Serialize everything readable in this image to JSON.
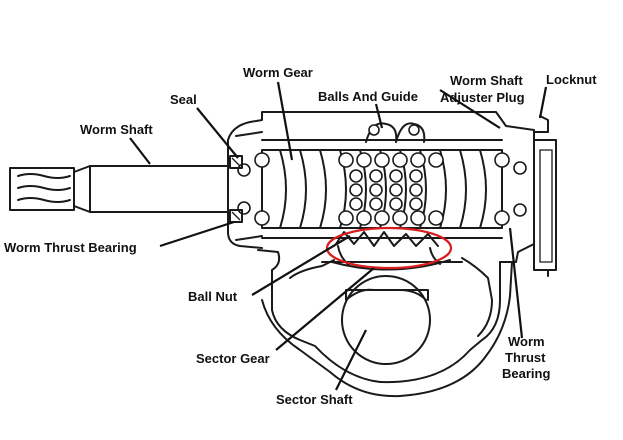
{
  "labels": {
    "worm_gear": "Worm Gear",
    "locknut": "Locknut",
    "worm_shaft_adjuster_plug_line1": "Worm Shaft",
    "worm_shaft_adjuster_plug_line2": "Adjuster Plug",
    "balls_and_guide": "Balls And Guide",
    "seal": "Seal",
    "worm_shaft": "Worm Shaft",
    "worm_thrust_bearing_left": "Worm Thrust Bearing",
    "ball_nut": "Ball Nut",
    "sector_gear": "Sector Gear",
    "sector_shaft": "Sector Shaft",
    "worm_thrust_bearing_right_line1": "Worm",
    "worm_thrust_bearing_right_line2": "Thrust",
    "worm_thrust_bearing_right_line3": "Bearing"
  },
  "highlight_color": "#d81e1e"
}
